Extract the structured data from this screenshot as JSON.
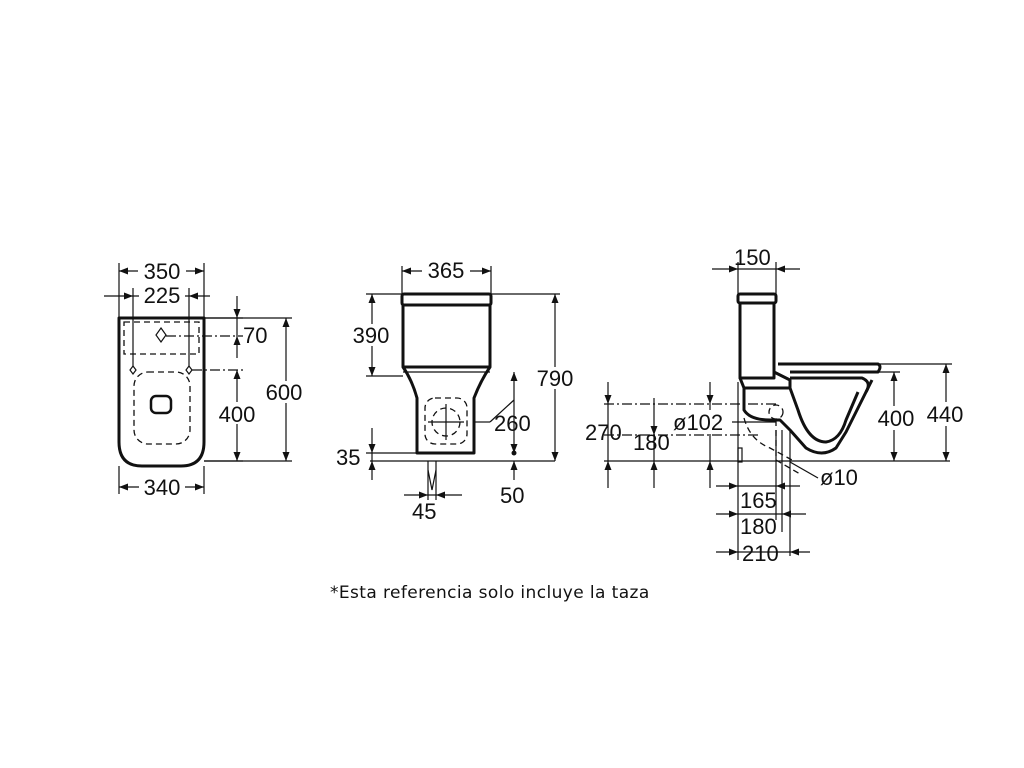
{
  "views": {
    "top": {
      "labels": {
        "width_overall": "350",
        "width_inner": "225",
        "hole_offset": "70",
        "fixing_spacing": "400",
        "depth": "600",
        "width_base": "340"
      }
    },
    "front": {
      "labels": {
        "width": "365",
        "cistern_height": "390",
        "total_height": "790",
        "outlet_height": "260",
        "base_offset": "35",
        "outlet_width": "45",
        "side_offset": "50"
      }
    },
    "side": {
      "labels": {
        "cistern_depth": "150",
        "inlet_height": "270",
        "outlet_axis_height": "180",
        "outlet_diameter": "ø102",
        "seat_height": "400",
        "rim_height": "440",
        "fixing_diameter": "ø10",
        "wall_165": "165",
        "wall_180": "180",
        "wall_210": "210"
      }
    }
  },
  "footnote": "*Esta referencia solo incluye la taza"
}
